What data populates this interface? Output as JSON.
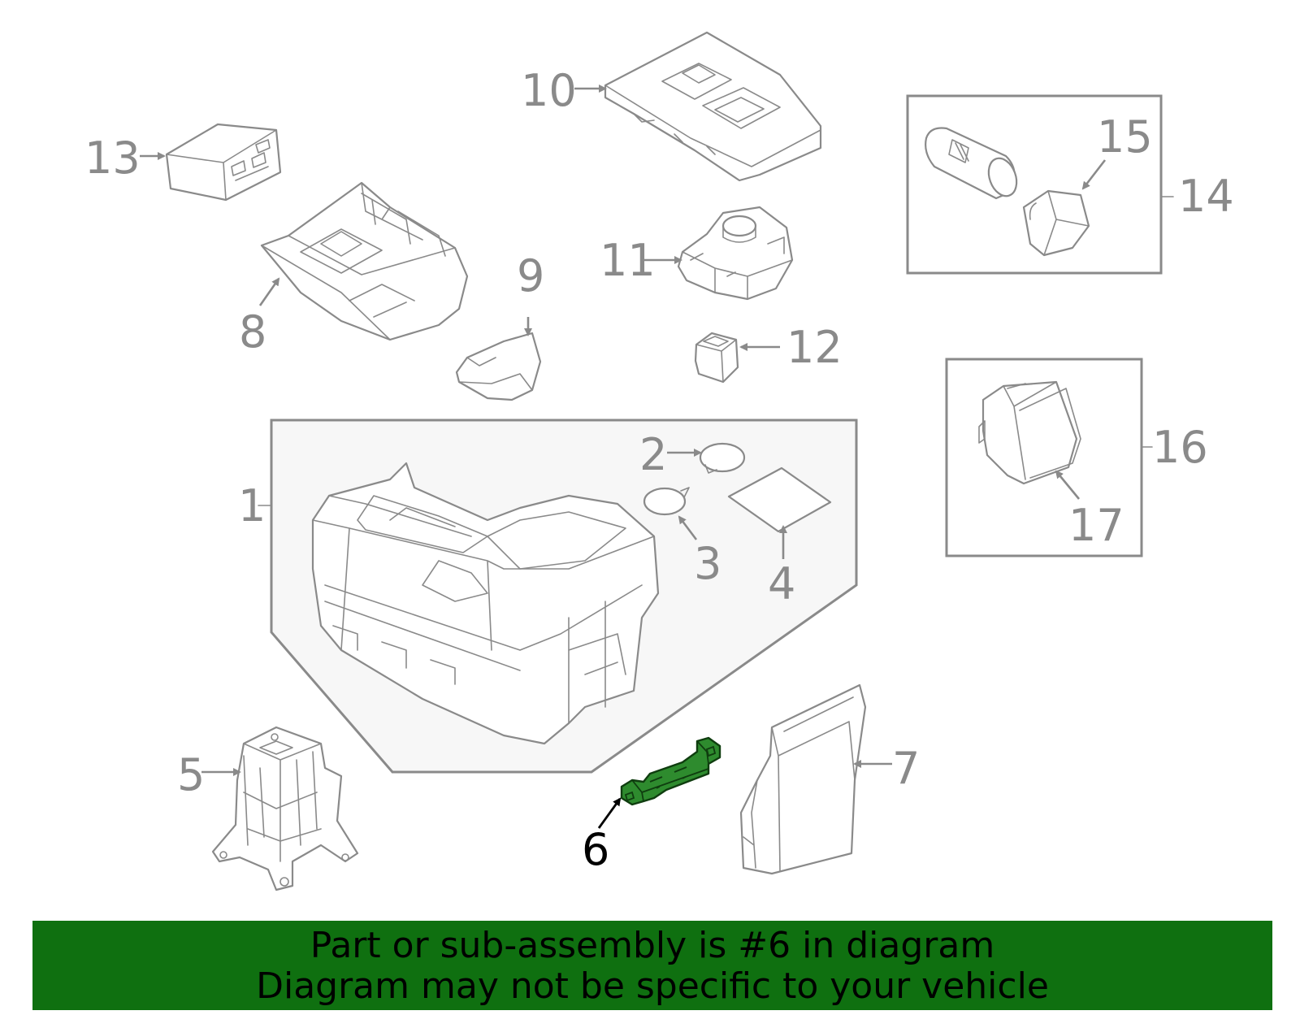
{
  "callouts": {
    "c1": "1",
    "c2": "2",
    "c3": "3",
    "c4": "4",
    "c5": "5",
    "c6": "6",
    "c7": "7",
    "c8": "8",
    "c9": "9",
    "c10": "10",
    "c11": "11",
    "c12": "12",
    "c13": "13",
    "c14": "14",
    "c15": "15",
    "c16": "16",
    "c17": "17"
  },
  "highlight": {
    "part": "6",
    "color": "#2e8b2e"
  },
  "banner": {
    "line1": "Part or sub-assembly is #6 in diagram",
    "line2": "Diagram may not be specific to your vehicle",
    "background": "#0f7010"
  }
}
